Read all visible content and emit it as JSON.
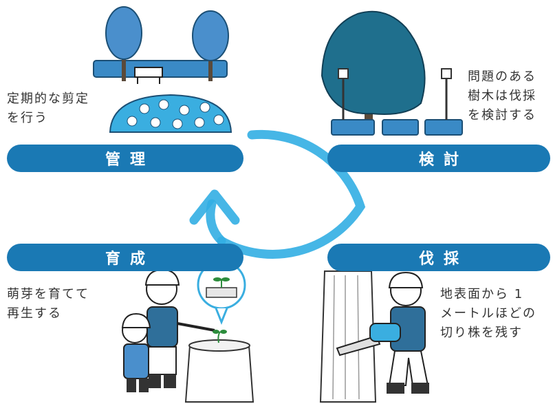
{
  "stages": {
    "kanri": {
      "label": "管理",
      "desc": [
        "定期的な剪定",
        "を行う"
      ]
    },
    "kento": {
      "label": "検討",
      "desc": [
        "問題のある",
        "樹木は伐採",
        "を検討する"
      ]
    },
    "ikusei": {
      "label": "育成",
      "desc": [
        "萌芽を育てて",
        "再生する"
      ]
    },
    "bassai": {
      "label": "伐採",
      "desc": [
        "地表面から 1",
        "メートルほどの",
        "切り株を残す"
      ]
    }
  },
  "colors": {
    "pill": "#1a79b4",
    "cycle": "#32aee3",
    "tree": "#4a8fcc",
    "tree_dark": "#1f6f8d",
    "text": "#333333"
  },
  "icons": [
    "pruned-park-trees-icon",
    "large-tree-with-lamps-icon",
    "children-and-sprout-icon",
    "woodcutter-chainsaw-icon",
    "cycle-arrow-icon"
  ]
}
